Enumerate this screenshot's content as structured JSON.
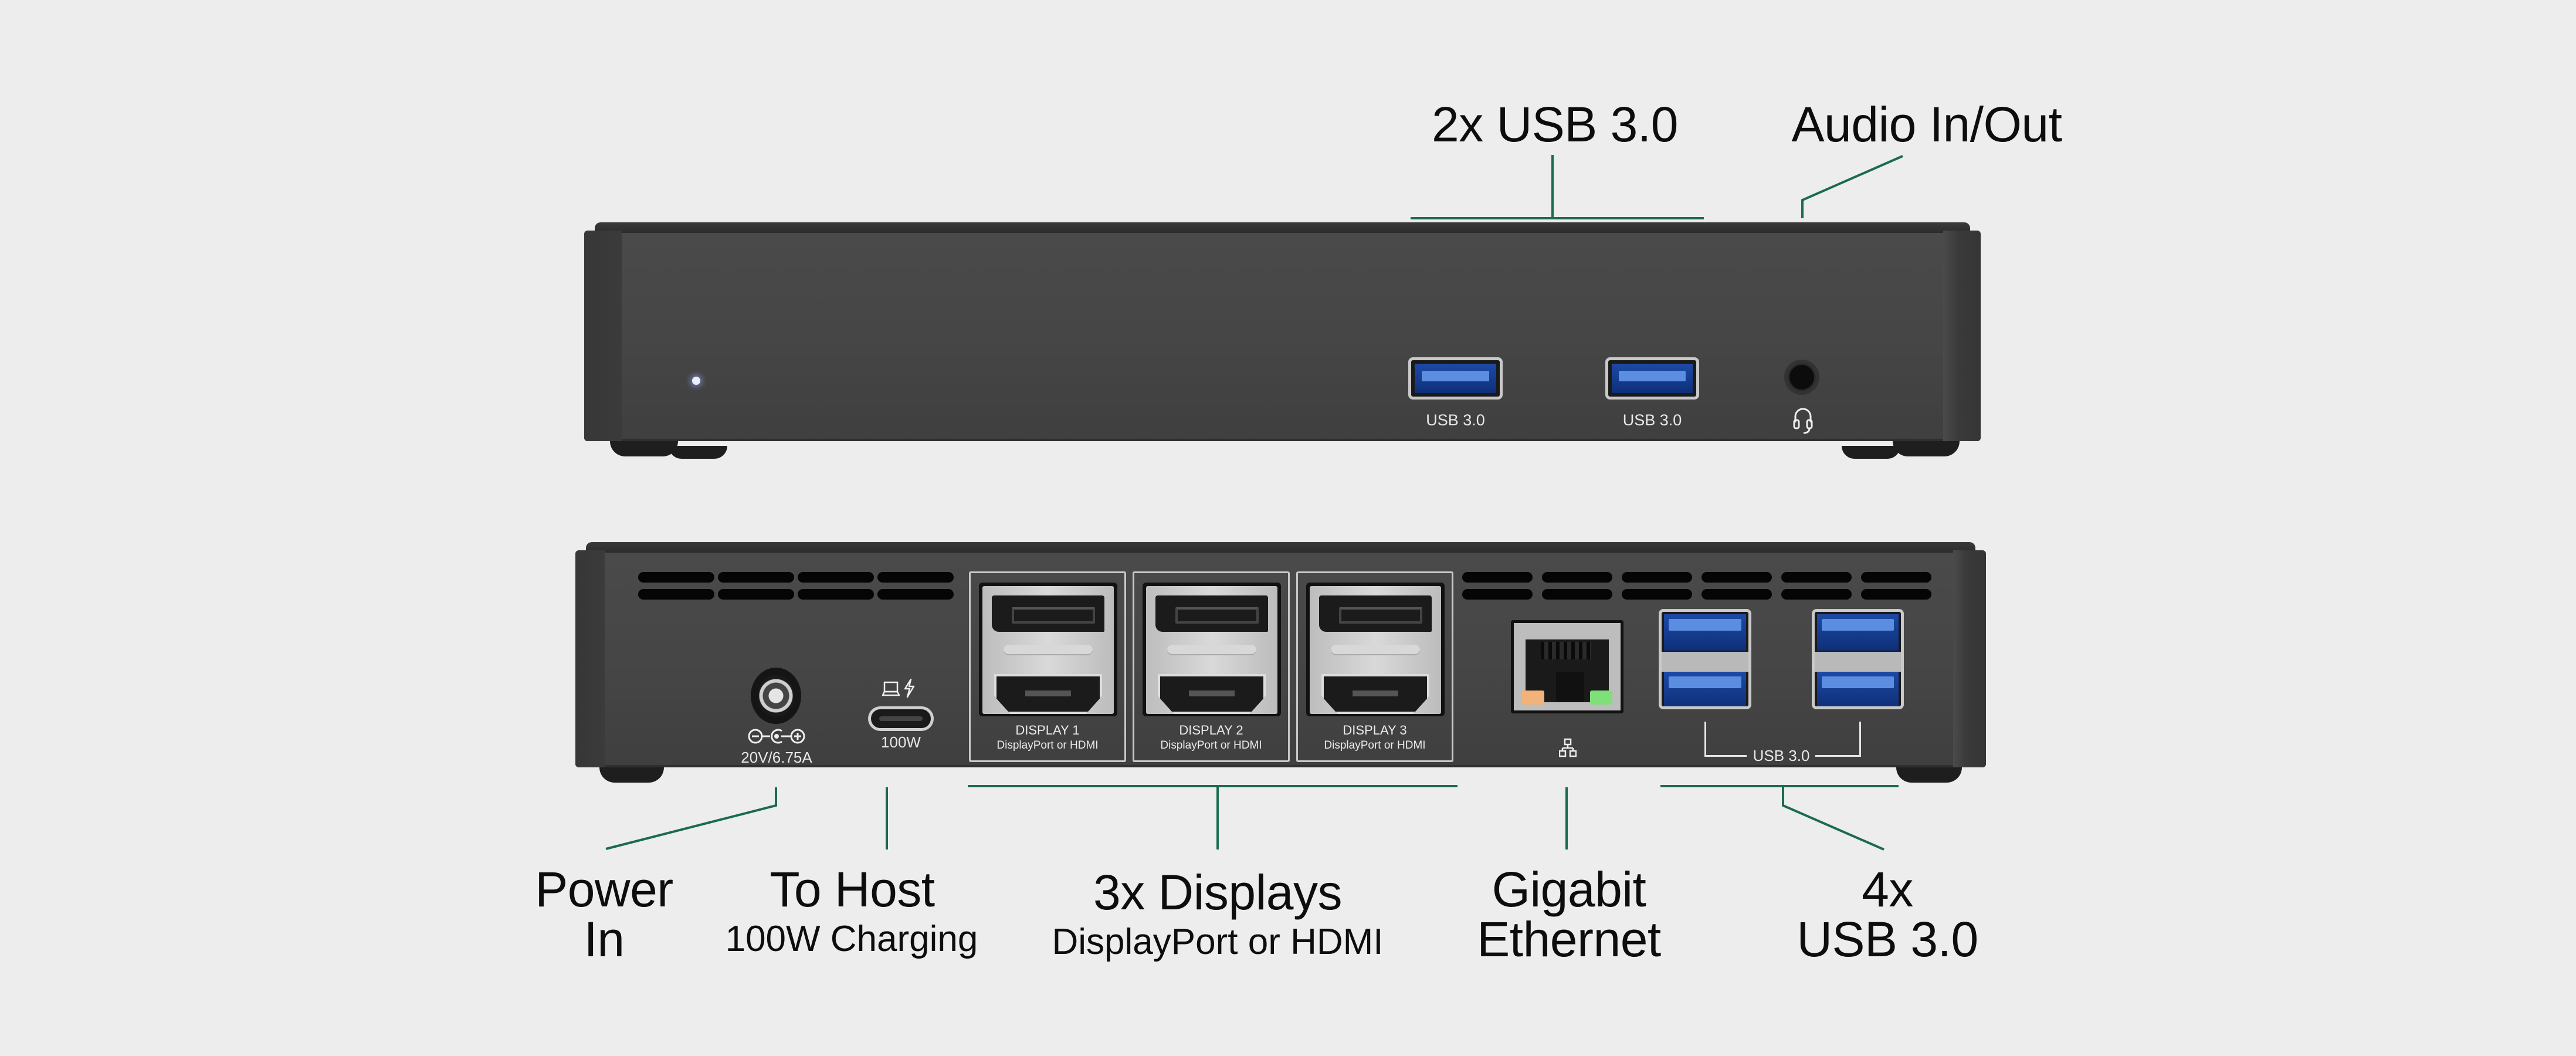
{
  "callouts": {
    "top": [
      {
        "id": "front-usb",
        "title": "2x USB 3.0"
      },
      {
        "id": "audio",
        "title": "Audio In/Out"
      }
    ],
    "bottom": [
      {
        "id": "power",
        "title": "Power",
        "title2": "In"
      },
      {
        "id": "host",
        "title": "To Host",
        "sub": "100W Charging"
      },
      {
        "id": "displays",
        "title": "3x Displays",
        "sub": "DisplayPort or HDMI"
      },
      {
        "id": "ethernet",
        "title": "Gigabit",
        "title2": "Ethernet"
      },
      {
        "id": "rear-usb",
        "title": "4x",
        "title2": "USB 3.0"
      }
    ]
  },
  "front_panel": {
    "led_icon": "power-led",
    "ports": [
      {
        "type": "usb-a",
        "label": "USB 3.0"
      },
      {
        "type": "usb-a",
        "label": "USB 3.0"
      },
      {
        "type": "audio-3.5mm",
        "icon": "headset-icon"
      }
    ]
  },
  "rear_panel": {
    "power": {
      "polarity_icon": "dc-polarity-icon",
      "rating": "20V/6.75A"
    },
    "host": {
      "icons": [
        "laptop-icon",
        "lightning-bolt-icon"
      ],
      "label": "100W"
    },
    "displays": [
      {
        "label": "DISPLAY 1",
        "sub": "DisplayPort or HDMI"
      },
      {
        "label": "DISPLAY 2",
        "sub": "DisplayPort or HDMI"
      },
      {
        "label": "DISPLAY 3",
        "sub": "DisplayPort or HDMI"
      }
    ],
    "ethernet": {
      "icon": "network-icon",
      "led_colors": [
        "#f2b27a",
        "#7fe07a"
      ]
    },
    "usb": {
      "label": "USB 3.0",
      "count": 4
    }
  },
  "colors": {
    "background": "#ededed",
    "callout_line": "#1b6b4f",
    "device_body": "#454545",
    "usb_blue": "#5b8ee0"
  }
}
